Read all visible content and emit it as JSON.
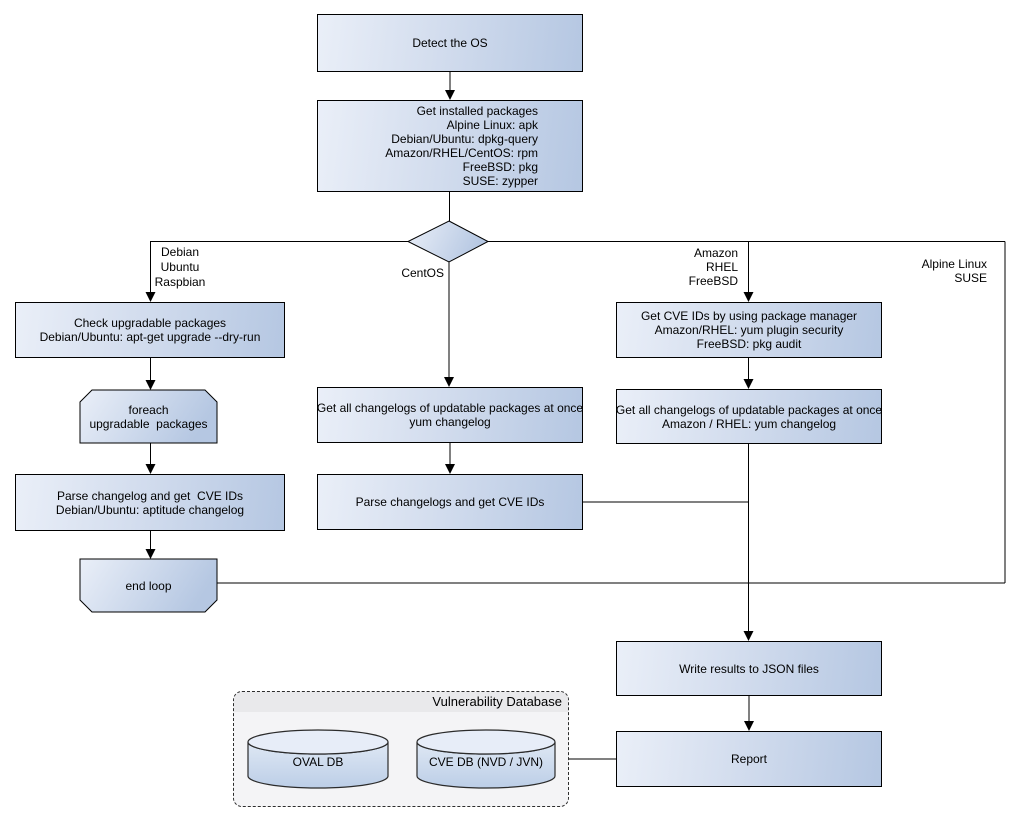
{
  "nodes": {
    "detect_os": "Detect the OS",
    "get_installed_packages": "Get installed packages\nAlpine Linux: apk\nDebian/Ubuntu: dpkg-query\nAmazon/RHEL/CentOS: rpm\nFreeBSD: pkg\nSUSE: zypper",
    "check_upgradable": "Check upgradable packages\nDebian/Ubuntu: apt-get upgrade --dry-run",
    "foreach_loop": "foreach\nupgradable  packages",
    "parse_changelog_deb": "Parse changelog and get  CVE IDs\nDebian/Ubuntu: aptitude changelog",
    "end_loop": "end loop",
    "get_changelogs_centos": "Get all changelogs of updatable packages at once\nyum changelog",
    "parse_changelogs_centos": "Parse changelogs and get CVE IDs",
    "get_cve_ids_pkg_mgr": "Get CVE IDs by using package manager\nAmazon/RHEL: yum plugin security\nFreeBSD: pkg audit",
    "get_changelogs_amazon": "Get all changelogs of updatable packages at once\nAmazon / RHEL: yum changelog",
    "write_results": "Write results to JSON files",
    "report": "Report"
  },
  "branch_labels": {
    "left": "Debian\nUbuntu\nRaspbian",
    "center": "CentOS",
    "right": "Amazon\nRHEL\nFreeBSD",
    "far_right": "Alpine Linux\nSUSE"
  },
  "vulnerability_database": {
    "title": "Vulnerability Database",
    "oval_db": "OVAL DB",
    "cve_db": "CVE DB (NVD / JVN)"
  },
  "colors": {
    "node_fill_light": "#eaeff8",
    "node_fill_dark": "#b5c7e2",
    "outline": "#000000",
    "db_container_fill": "#f4f4f6",
    "db_header_fill": "#e9e9eb",
    "background": "#ffffff"
  }
}
